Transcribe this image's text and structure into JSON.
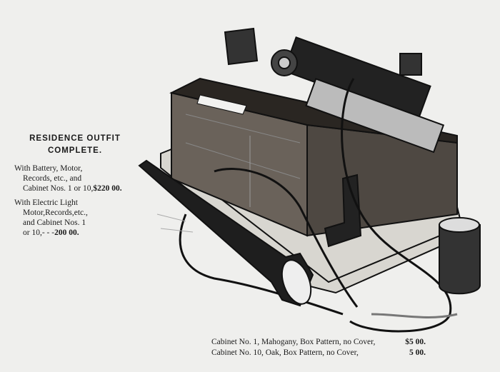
{
  "heading": {
    "line1": "RESIDENCE OUTFIT",
    "line2": "COMPLETE."
  },
  "offers": [
    {
      "line1": "With Battery, Motor,",
      "line2": "Records, etc., and",
      "line3": "Cabinet Nos. 1 or 10,",
      "price": "$220 00."
    },
    {
      "line1": "With Electric Light",
      "line2": "Motor,Records,etc.,",
      "line3": "and Cabinet Nos. 1",
      "line4": "or 10,",
      "dashes": "-     -     -",
      "price": "200 00."
    }
  ],
  "cabinets": [
    {
      "description": "Cabinet No. 1, Mahogany, Box Pattern, no Cover,",
      "price": "$5 00."
    },
    {
      "description": "Cabinet No. 10, Oak, Box Pattern, no Cover,",
      "price": "5 00."
    }
  ]
}
